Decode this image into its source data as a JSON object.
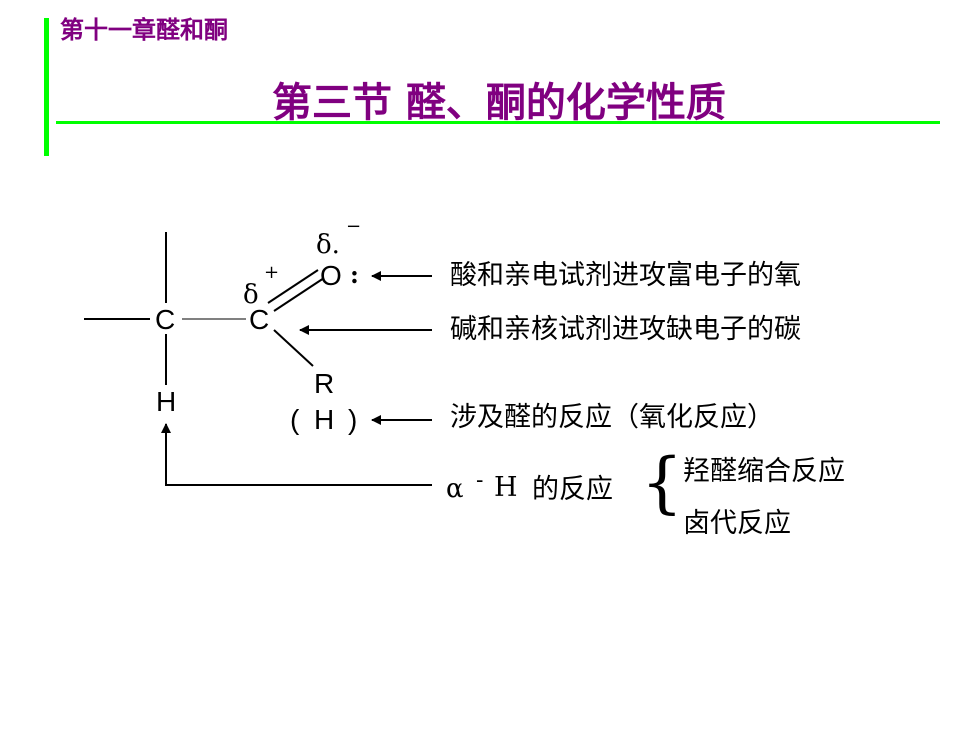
{
  "header": {
    "chapter_title": "第十一章醛和酮",
    "section_title": "第三节  醛、酮的化学性质"
  },
  "structure": {
    "atom_c_alpha": "C",
    "atom_c_carbonyl": "C",
    "atom_o": "O",
    "atom_h": "H",
    "atom_r": "R",
    "paren_open": "(",
    "paren_h": "H",
    "paren_close": ")",
    "delta_minus": "δ.",
    "minus_sign": "−",
    "delta_plus": "δ",
    "plus_sign": "+",
    "lone_pair": ":"
  },
  "annotations": {
    "oxygen_attack": "酸和亲电试剂进攻富电子的氧",
    "carbon_attack": "碱和亲核试剂进攻缺电子的碳",
    "h_reaction": "涉及醛的反应（氧化反应）",
    "alpha_h_prefix": "α",
    "alpha_h_dash": "-",
    "alpha_h_atom": "H",
    "alpha_h_label": "的反应",
    "brace": "{",
    "alpha_h_items": [
      "羟醛缩合反应",
      "卤代反应"
    ]
  },
  "colors": {
    "accent_bar": "#00ff00",
    "title_text": "#800080",
    "diagram_ink": "#000000"
  }
}
